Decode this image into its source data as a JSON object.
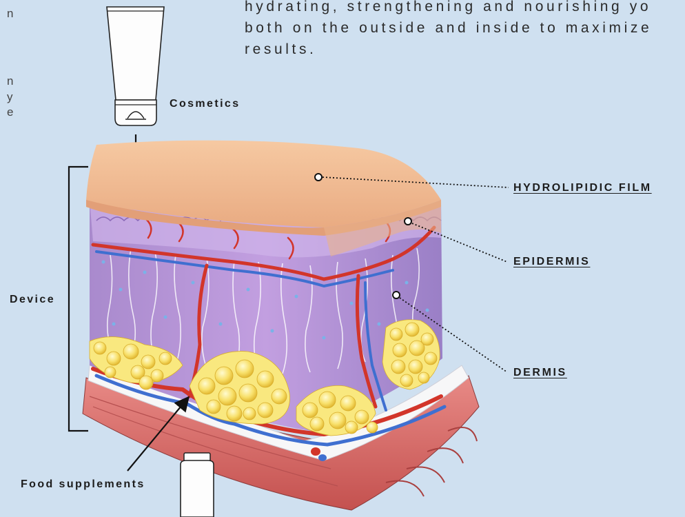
{
  "left_fragments": [
    "n",
    "n",
    "y",
    "e"
  ],
  "intro_lines": [
    "hydrating, strengthening and nourishing yo",
    "both on the outside and inside to maximize",
    "results."
  ],
  "labels": {
    "cosmetics": "Cosmetics",
    "device": "Device",
    "food_supplements": "Food supplements"
  },
  "layers": [
    {
      "label": "HYDROLIPIDIC FILM"
    },
    {
      "label": "EPIDERMIS"
    },
    {
      "label": "DERMIS"
    }
  ],
  "colors": {
    "background": "#cfe0f0",
    "surface": "#f1bf94",
    "dermis": "#b48fd0",
    "fat": "#f6df63",
    "muscle": "#d96a69",
    "artery": "#d2352a",
    "vein": "#3f6fd0"
  }
}
